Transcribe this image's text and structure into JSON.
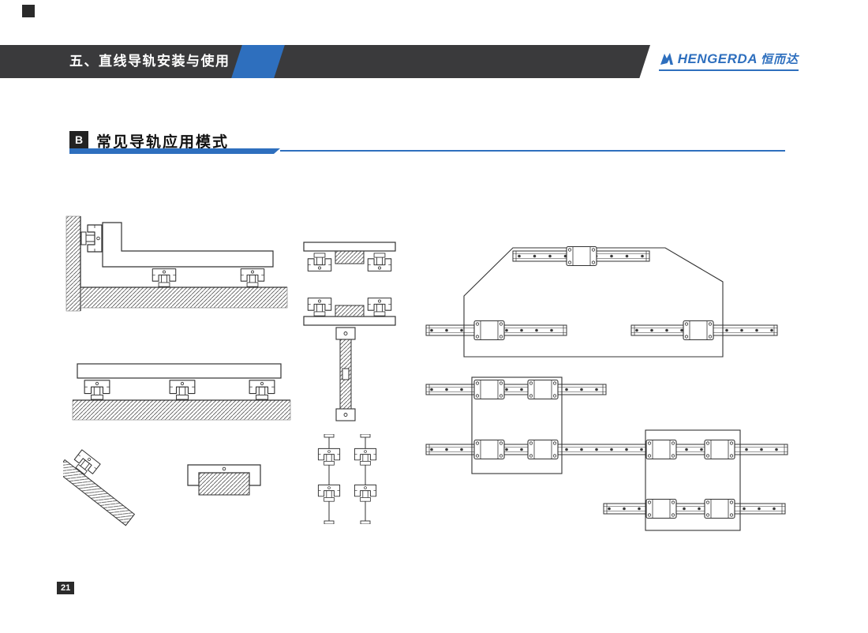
{
  "page": {
    "background": "#ffffff",
    "number": "21"
  },
  "colors": {
    "accent_blue": "#2e6fbe",
    "header_dark": "#3a3a3c",
    "badge_dark": "#222222",
    "line_dark": "#333333"
  },
  "header": {
    "corner_mark": "dark-square",
    "title": "五、直线导轨安装与使用",
    "logo": {
      "mark_icon": "hengerda-logo-icon",
      "text_en": "HENGERDA",
      "text_cn": "恒而达"
    }
  },
  "section": {
    "badge": "B",
    "title": "常见导轨应用模式"
  },
  "diagrams": [
    {
      "name": "wall-floor-corner-mount-diagram"
    },
    {
      "name": "triple-rail-floor-mount-diagram"
    },
    {
      "name": "inclined-rail-mount-diagram"
    },
    {
      "name": "inverted-hanging-rail-diagram"
    },
    {
      "name": "opposed-rails-top-plate-diagram"
    },
    {
      "name": "opposed-rails-bottom-plate-diagram"
    },
    {
      "name": "vertical-rail-mount-diagram"
    },
    {
      "name": "dual-vertical-shaft-blocks-diagram"
    },
    {
      "name": "machine-bed-three-rail-plan-diagram"
    },
    {
      "name": "xy-stage-dual-axis-plan-diagram"
    }
  ]
}
